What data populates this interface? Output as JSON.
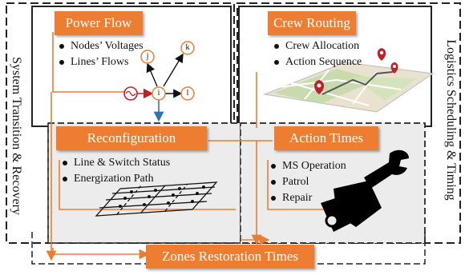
{
  "left_side_label": "System Transition & Recovery",
  "right_side_label": "Logistics Scheduling & Timing",
  "power_flow": {
    "title": "Power Flow",
    "items": [
      "Nodes’ Voltages",
      "Lines’ Flows"
    ],
    "node_labels": {
      "j": "j",
      "k": "k",
      "i": "i",
      "l": "l"
    }
  },
  "crew_routing": {
    "title": "Crew Routing",
    "items": [
      "Crew Allocation",
      "Action Sequence"
    ]
  },
  "reconfiguration": {
    "title": "Reconfiguration",
    "items": [
      "Line & Switch Status",
      "Energization Path"
    ]
  },
  "action_times": {
    "title": "Action Times",
    "items": [
      "MS Operation",
      "Patrol",
      "Repair"
    ]
  },
  "zones_restoration": {
    "title": "Zones Restoration Times"
  },
  "colors": {
    "accent": "#ed7d31",
    "panel_gray": "#ececec",
    "map_green": "#bcd8a0",
    "pin_red": "#c0202a",
    "arrow_blue": "#2e75b6"
  },
  "icons": {
    "power_flow": "power-network-icon",
    "crew_routing": "map-route-icon",
    "reconfiguration": "distribution-grid-icon",
    "action_times": "wrench-hand-icon"
  }
}
